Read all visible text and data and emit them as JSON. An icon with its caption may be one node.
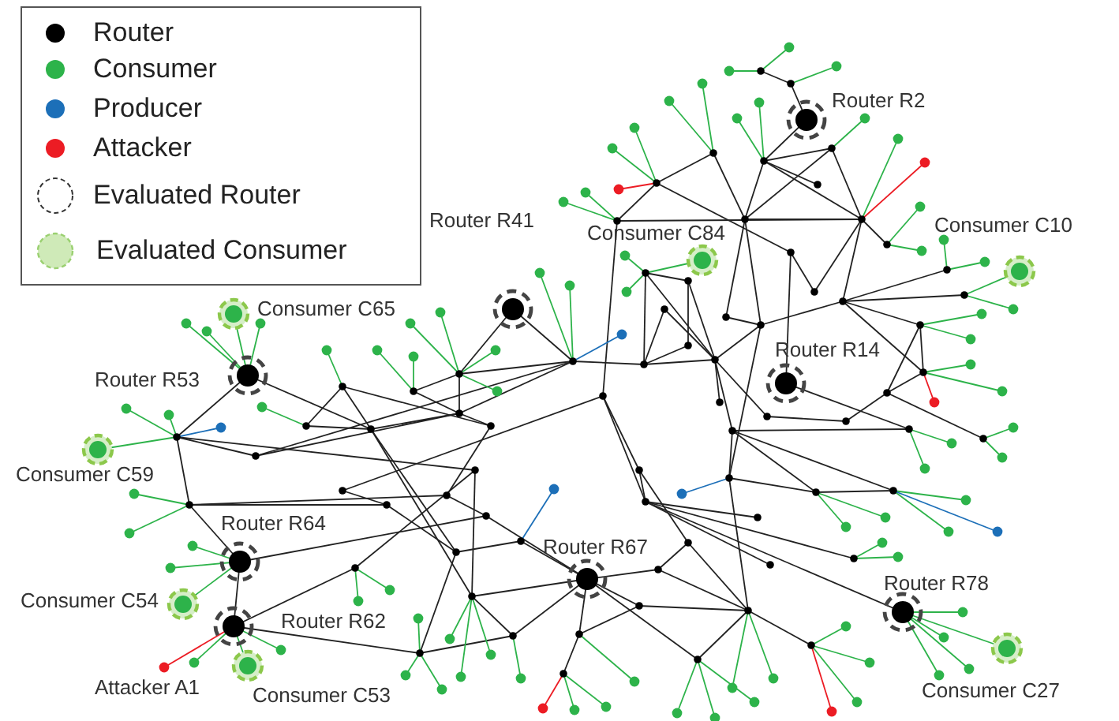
{
  "diagram": {
    "labels": [
      "Router R2",
      "Router R41",
      "Consumer C84",
      "Consumer C10",
      "Consumer C65",
      "Router R53",
      "Router R14",
      "Consumer C59",
      "Router R64",
      "Router R67",
      "Consumer C54",
      "Router R78",
      "Router R62",
      "Attacker A1",
      "Consumer C53",
      "Consumer C27"
    ],
    "legend": [
      {
        "text": "Router",
        "color": "#000000"
      },
      {
        "text": "Consumer",
        "color": "#2db34a"
      },
      {
        "text": "Producer",
        "color": "#1c6fb8"
      },
      {
        "text": "Attacker",
        "color": "#ec1c24"
      },
      {
        "text": "Evaluated Router"
      },
      {
        "text": "Evaluated Consumer"
      }
    ]
  }
}
